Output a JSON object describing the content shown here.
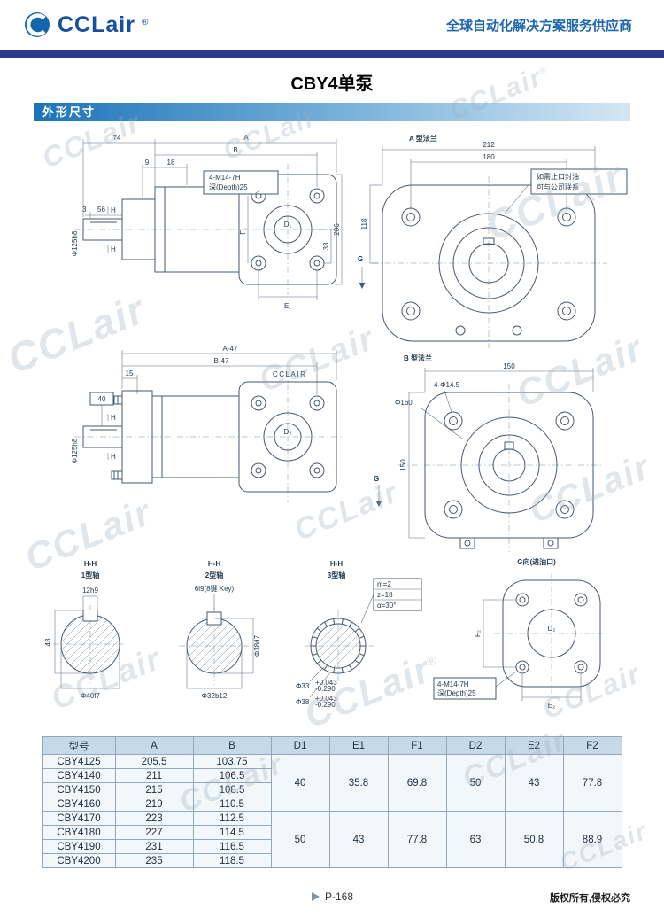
{
  "header": {
    "logo_text": "CCLair",
    "logo_reg": "®",
    "tagline": "全球自动化解决方案服务供应商"
  },
  "page": {
    "title": "CBY4单泵",
    "section_label": "外形尺寸",
    "page_number": "P-168",
    "copyright": "版权所有,侵权必究"
  },
  "watermark": {
    "text": "CCLair",
    "reg": "®"
  },
  "drawing1": {
    "dim_74": "74",
    "dim_A": "A",
    "dim_B": "B",
    "dim_18": "18",
    "dim_9": "9",
    "dim_3": "3",
    "dim_56": "56",
    "h_mark_top": "H",
    "h_mark_bottom": "H",
    "shaft_dia": "Φ125h8",
    "callout_line1": "4-M14-7H",
    "callout_line2": "深(Depth)25",
    "dim_33": "33",
    "dim_206": "206",
    "label_d1": "D₁",
    "label_e1": "E₁",
    "label_f1": "F₁"
  },
  "drawing2": {
    "title": "A 型法兰",
    "note_line1": "如需止口封油",
    "note_line2": "可与公司联系",
    "dim_212": "212",
    "dim_180": "180",
    "dim_118": "118",
    "view_g": "G"
  },
  "drawing3": {
    "dim_a47": "A-47",
    "dim_b47": "B-47",
    "dim_15": "15",
    "dim_40": "40",
    "h_mark_top": "H",
    "h_mark_bottom": "H",
    "shaft_dia": "Φ125h8",
    "brand": "CCLAIR",
    "label_d2": "D₂"
  },
  "drawing4": {
    "title": "B 型法兰",
    "callout_bolts": "4-Φ14.5",
    "label_phi160": "Φ160",
    "dim_150_top": "150",
    "dim_150_left": "150",
    "view_g": "G"
  },
  "shaft1": {
    "section": "H-H",
    "title": "1型轴",
    "dim_key": "12h9",
    "dim_43": "43",
    "dim_dia": "Φ40f7"
  },
  "shaft2": {
    "section": "H-H",
    "title": "2型轴",
    "dim_key": "6l9(8键 Key)",
    "dim_dia_side": "Φ38d7",
    "dim_dia": "Φ32b12"
  },
  "shaft3": {
    "section": "H-H",
    "title": "3型轴",
    "spec_m": "m=2",
    "spec_z": "z=18",
    "spec_a": "α=30°",
    "phi33": "Φ33",
    "phi33_up": "+0.043",
    "phi33_dn": "-0.290",
    "phi38": "Φ38",
    "phi38_up": "+0.043",
    "phi38_dn": "-0.290"
  },
  "view_g": {
    "title": "G向(进油口)",
    "label_d2": "D₂",
    "dim_f2": "F₂",
    "dim_e2": "E₂",
    "callout_line1": "4-M14-7H",
    "callout_line2": "深(Depth)25"
  },
  "table": {
    "headers": [
      "型号",
      "A",
      "B",
      "D1",
      "E1",
      "F1",
      "D2",
      "E2",
      "F2"
    ],
    "rows": [
      {
        "model": "CBY4125",
        "a": "205.5",
        "b": "103.75"
      },
      {
        "model": "CBY4140",
        "a": "211",
        "b": "106.5"
      },
      {
        "model": "CBY4150",
        "a": "215",
        "b": "108.5"
      },
      {
        "model": "CBY4160",
        "a": "219",
        "b": "110.5"
      },
      {
        "model": "CBY4170",
        "a": "223",
        "b": "112.5"
      },
      {
        "model": "CBY4180",
        "a": "227",
        "b": "114.5"
      },
      {
        "model": "CBY4190",
        "a": "231",
        "b": "116.5"
      },
      {
        "model": "CBY4200",
        "a": "235",
        "b": "118.5"
      }
    ],
    "group1": {
      "d1": "40",
      "e1": "35.8",
      "f1": "69.8",
      "d2": "50",
      "e2": "43",
      "f2": "77.8"
    },
    "group2": {
      "d1": "50",
      "e1": "43",
      "f1": "77.8",
      "d2": "63",
      "e2": "50.8",
      "f2": "88.9"
    }
  },
  "colors": {
    "accent_blue": "#1e66ad",
    "navy_bar": "#2b3990",
    "drawing_line": "#46586c",
    "table_header_bg": "#c6d9e8"
  }
}
